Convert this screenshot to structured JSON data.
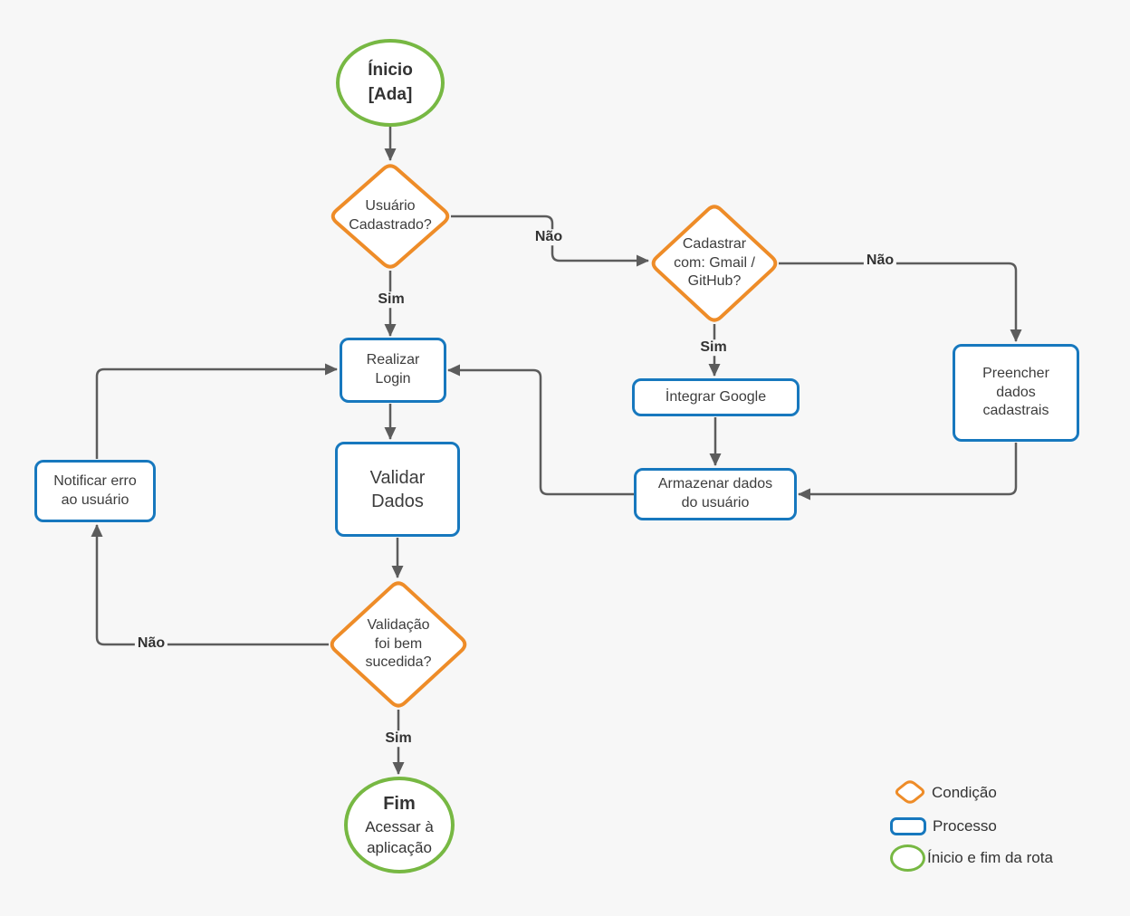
{
  "colors": {
    "background": "#f7f7f7",
    "condition_border": "#ee8c28",
    "process_border": "#1778be",
    "terminal_border": "#77b843",
    "connector": "#5c5c5c",
    "node_fill": "#ffffff",
    "text": "#3d3d3d"
  },
  "nodes": {
    "start": {
      "text": "Ínicio\n[Ada]"
    },
    "user_registered": {
      "text": "Usuário\nCadastrado?"
    },
    "register_with": {
      "text": "Cadastrar\ncom: Gmail /\nGitHub?"
    },
    "realizar_login": {
      "text": "Realizar\nLogin"
    },
    "validar_dados": {
      "text": "Validar\nDados"
    },
    "integrar_google": {
      "text": "İntegrar Google"
    },
    "armazenar_dados": {
      "text": "Armazenar dados\ndo usuário"
    },
    "preencher_dados": {
      "text": "Preencher\ndados\ncadastrais"
    },
    "notificar_erro": {
      "text": "Notificar erro\nao usuário"
    },
    "validacao_sucedida": {
      "text": "Validação\nfoi bem\nsucedida?"
    },
    "end": {
      "title": "Fim",
      "subtitle": "Acessar à\naplicação"
    }
  },
  "edge_labels": {
    "sim_user_registered": "Sim",
    "nao_user_registered": "Não",
    "sim_register_with": "Sim",
    "nao_register_with": "Não",
    "nao_validacao": "Não",
    "sim_validacao": "Sim"
  },
  "legend": {
    "condition": "Condição",
    "process": "Processo",
    "terminal": "Ínicio e fim da rota"
  }
}
